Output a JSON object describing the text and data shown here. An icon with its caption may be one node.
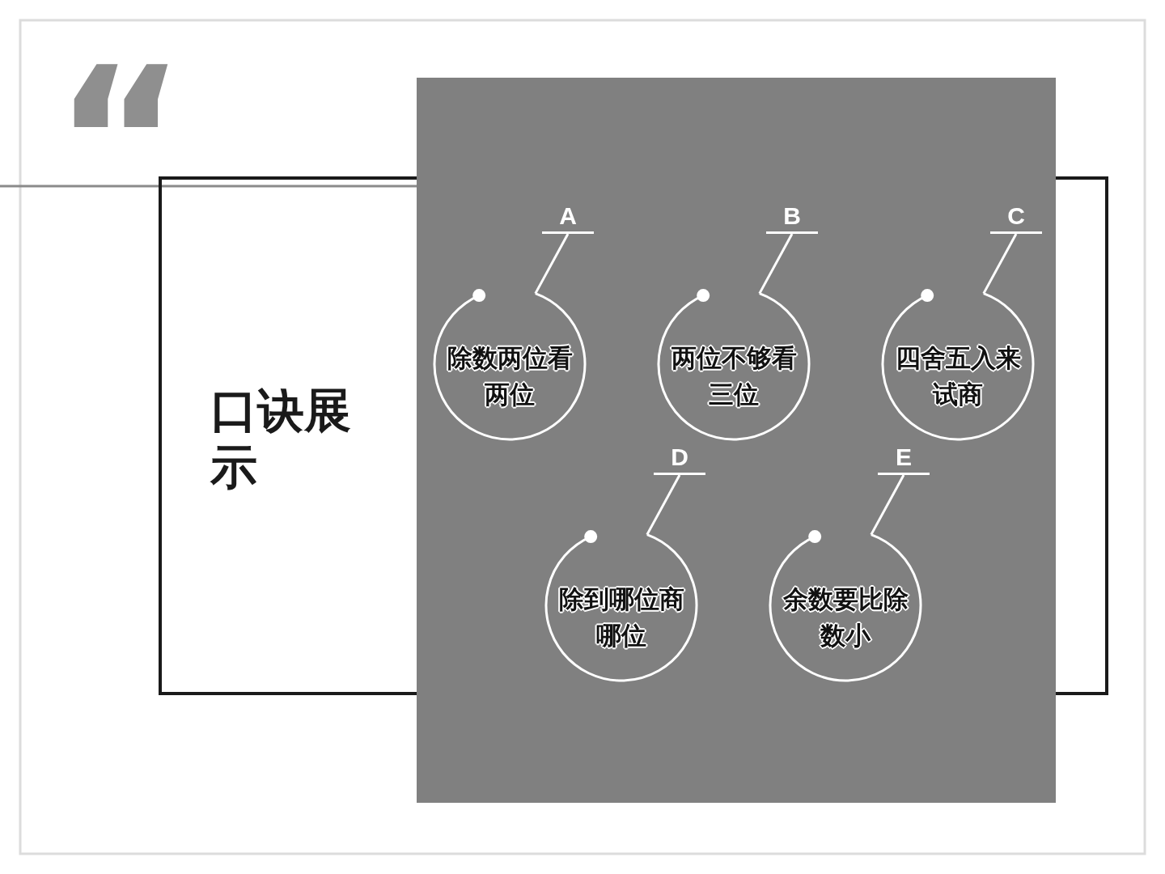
{
  "diagram": {
    "title": "口诀展示",
    "nodes": [
      {
        "text": [
          "A"
        ]
      },
      {
        "text": [
          "除数两位看两位"
        ]
      },
      {
        "text": [
          "B"
        ]
      },
      {
        "text": [
          "两位不够看三位"
        ]
      },
      {
        "text": [
          "C"
        ]
      },
      {
        "text": [
          "四舍五入来试商"
        ]
      },
      {
        "text": [
          "D"
        ]
      },
      {
        "text": [
          "除到哪位商哪位"
        ]
      },
      {
        "text": [
          "E"
        ]
      },
      {
        "text": [
          "余数要比除数小"
        ]
      }
    ],
    "edges": [
      {
        "from": 0,
        "to": 1,
        "arrow": "none"
      },
      {
        "from": 2,
        "to": 3,
        "arrow": "none"
      },
      {
        "from": 4,
        "to": 5,
        "arrow": "none"
      },
      {
        "from": 6,
        "to": 7,
        "arrow": "none"
      },
      {
        "from": 8,
        "to": 9,
        "arrow": "none"
      }
    ],
    "labels": [
      "“"
    ]
  }
}
